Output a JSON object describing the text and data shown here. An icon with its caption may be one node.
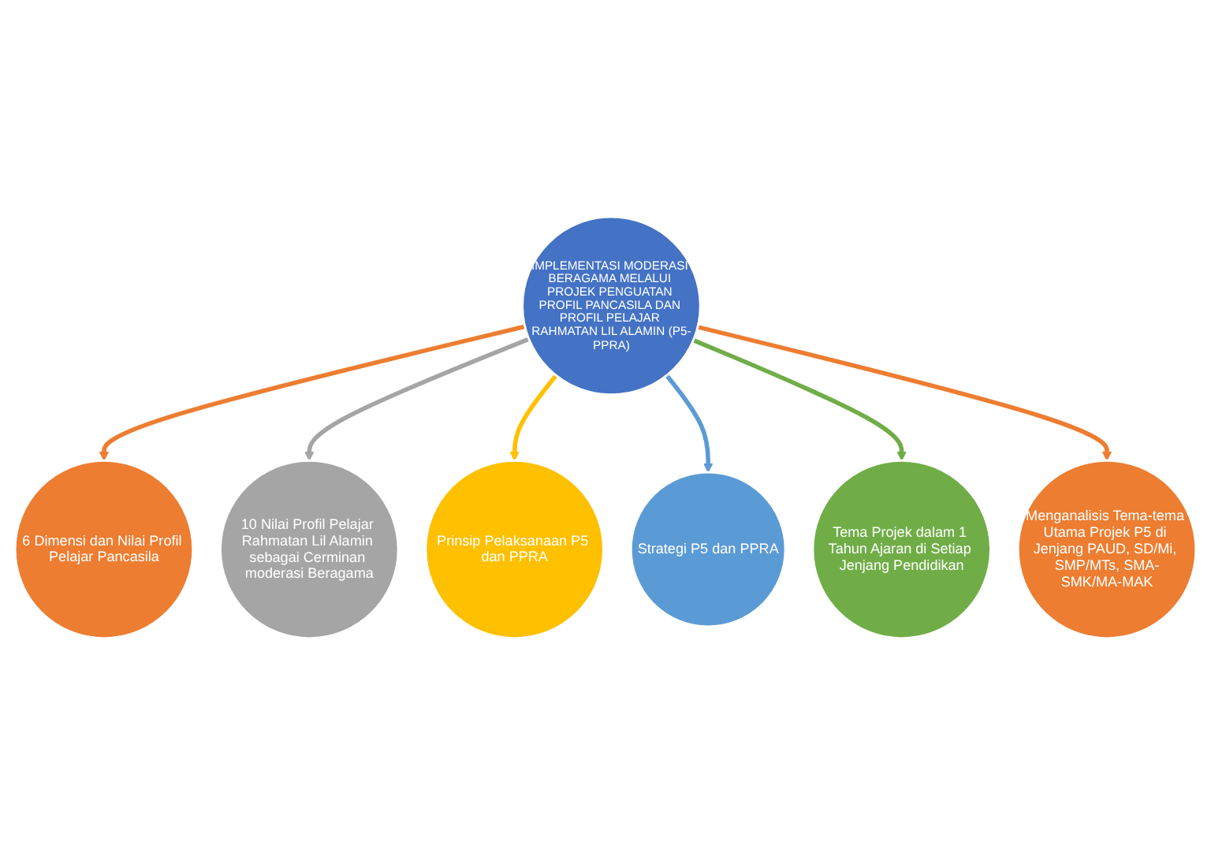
{
  "diagram": {
    "nodes": [
      {
        "text": [
          "IMPLEMENTASI MODERASI BERAGAMA MELALUI PROJEK PENGUATAN PROFIL PANCASILA DAN PROFIL PELAJAR RAHMATAN LIL ALAMIN (P5-PPRA)"
        ]
      },
      {
        "text": [
          "6 Dimensi dan Nilai Profil Pelajar Pancasila"
        ]
      },
      {
        "text": [
          "10 Nilai Profil Pelajar Rahmatan Lil Alamin sebagai Cerminan moderasi Beragama"
        ]
      },
      {
        "text": [
          "Prinsip Pelaksanaan P5 dan PPRA"
        ]
      },
      {
        "text": [
          "Strategi P5 dan PPRA"
        ]
      },
      {
        "text": [
          "Tema Projek dalam 1 Tahun Ajaran di Setiap Jenjang Pendidikan"
        ]
      },
      {
        "text": [
          "Menganalisis Tema-tema Utama Projek P5 di Jenjang PAUD, SD/Mi, SMP/MTs, SMA-SMK/MA-MAK"
        ]
      }
    ],
    "edges": [
      {
        "from": 0,
        "to": 1,
        "arrow": "to",
        "color": "#ed7d31"
      },
      {
        "from": 0,
        "to": 2,
        "arrow": "to",
        "color": "#a5a5a5"
      },
      {
        "from": 0,
        "to": 3,
        "arrow": "to",
        "color": "#ffc000"
      },
      {
        "from": 0,
        "to": 4,
        "arrow": "to",
        "color": "#5b9bd5"
      },
      {
        "from": 0,
        "to": 5,
        "arrow": "to",
        "color": "#70ad47"
      },
      {
        "from": 0,
        "to": 6,
        "arrow": "to",
        "color": "#ed7d31"
      }
    ]
  }
}
